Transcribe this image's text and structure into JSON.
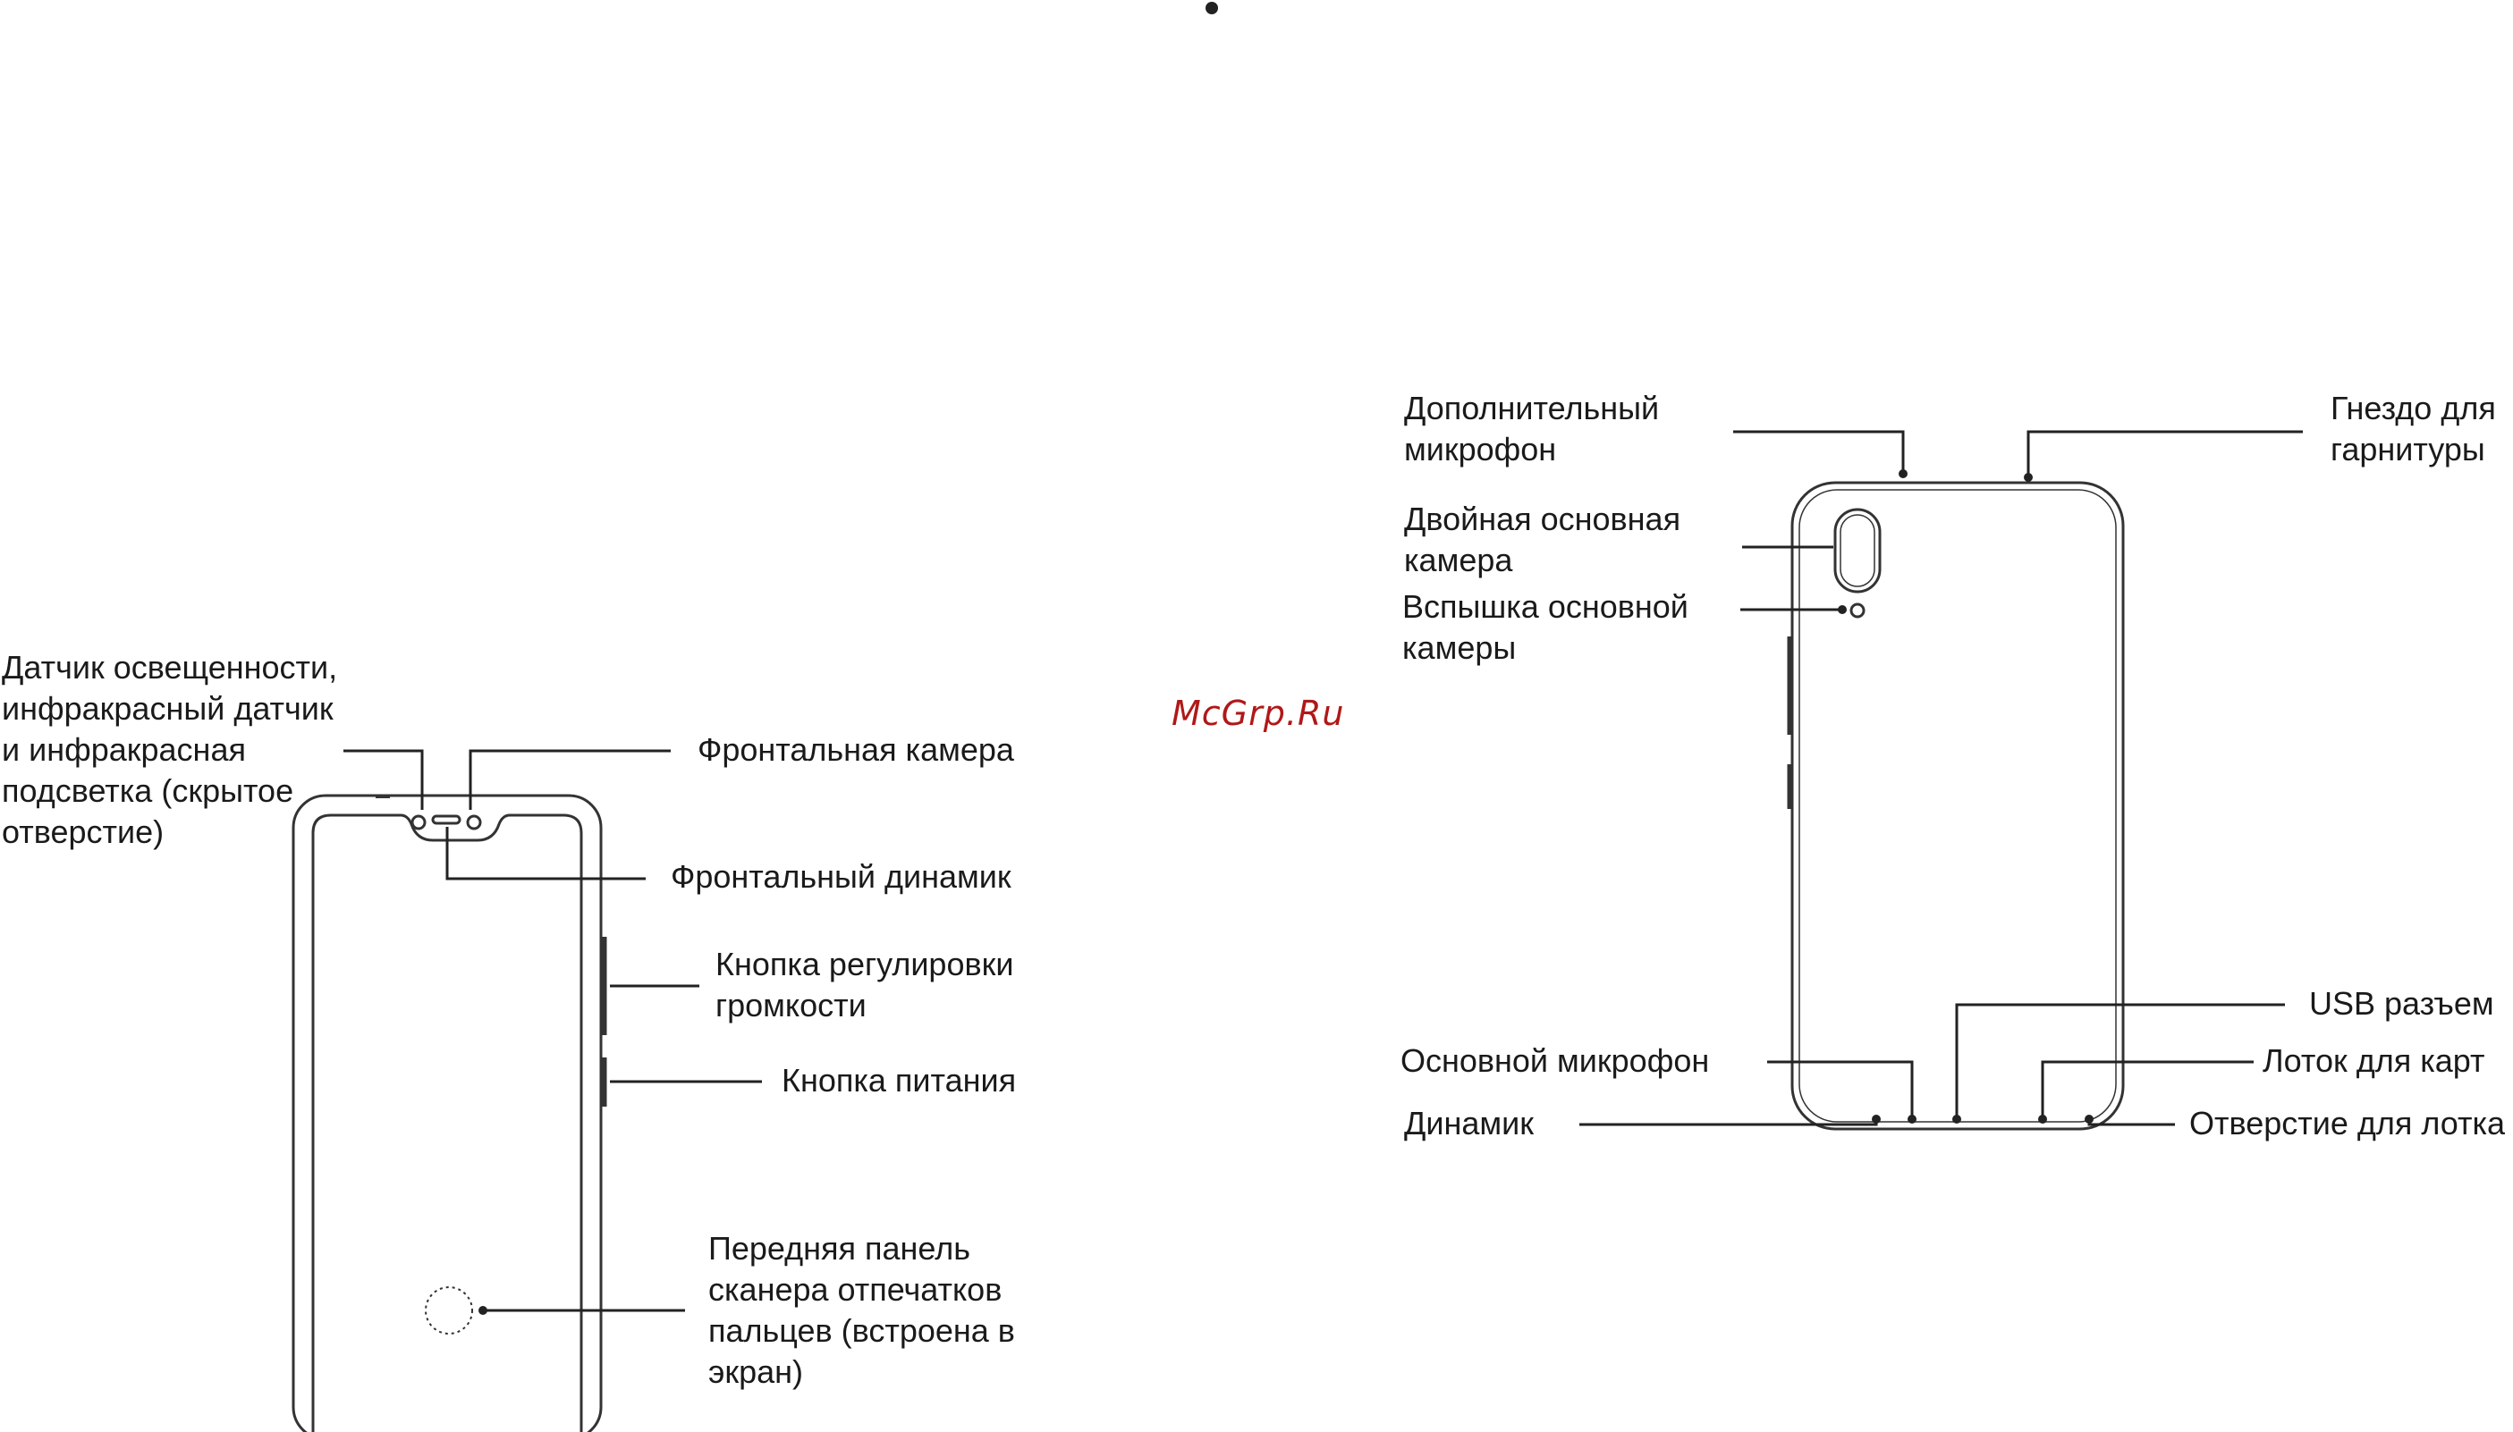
{
  "watermark": "McGrp.Ru",
  "front_view": {
    "ambient_sensor": "Датчик освещенности,\nинфракрасный датчик\nи инфракрасная\nподсветка (скрытое\nотверстие)",
    "front_camera": "Фронтальная камера",
    "front_speaker": "Фронтальный динамик",
    "volume_button": "Кнопка регулировки\nгромкости",
    "power_button": "Кнопка питания",
    "fingerprint": "Передняя панель\nсканера отпечатков\nпальцев (встроена в\nэкран)"
  },
  "back_view": {
    "secondary_mic": "Дополнительный\nмикрофон",
    "headset_jack": "Гнездо для\nгарнитуры",
    "dual_camera": "Двойная основная\nкамера",
    "flash": "Вспышка основной\nкамеры",
    "usb_port": "USB разъем",
    "main_mic": "Основной микрофон",
    "card_tray": "Лоток для карт",
    "speaker": "Динамик",
    "tray_hole": "Отверстие для лотка"
  }
}
